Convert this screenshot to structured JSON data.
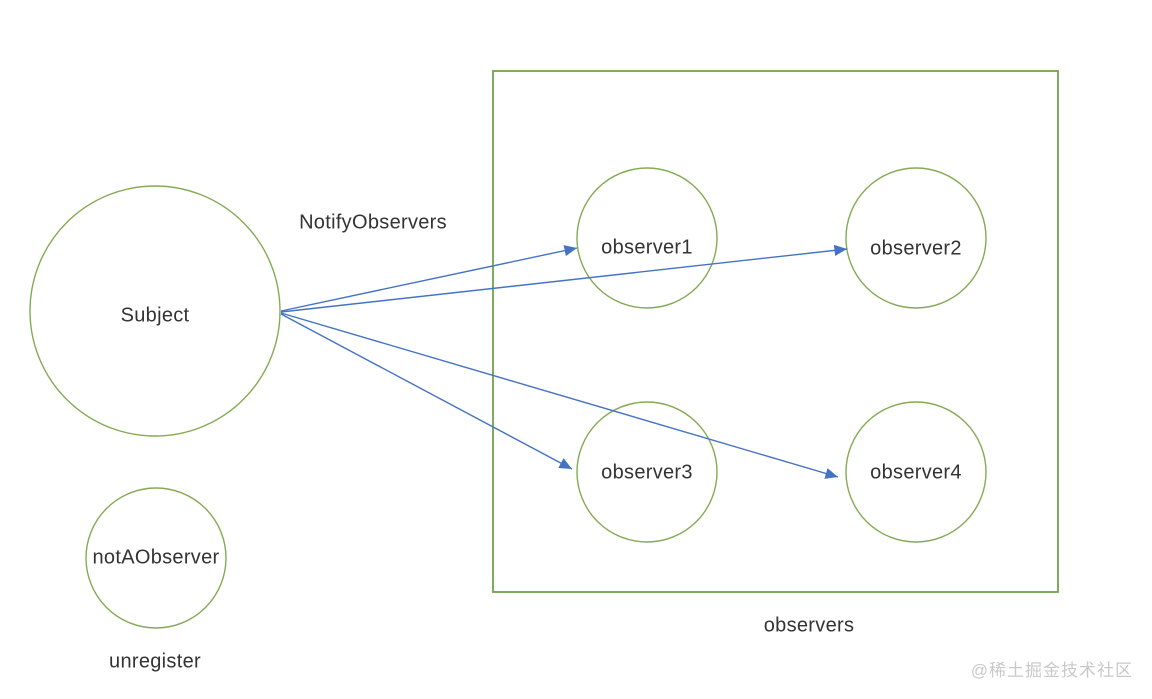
{
  "colors": {
    "shape_stroke": "#84ab53",
    "rect_stroke": "#6fa44a",
    "arrow": "#4472c4",
    "text": "#333333",
    "watermark": "#c9c9c9"
  },
  "diagram": {
    "subject": {
      "label": "Subject"
    },
    "notify_label": "NotifyObservers",
    "not_a_observer": {
      "label": "notAObserver",
      "caption": "unregister"
    },
    "observers_group": {
      "label": "observers",
      "items": [
        {
          "label": "observer1"
        },
        {
          "label": "observer2"
        },
        {
          "label": "observer3"
        },
        {
          "label": "observer4"
        }
      ]
    }
  },
  "watermark": "@稀土掘金技术社区"
}
